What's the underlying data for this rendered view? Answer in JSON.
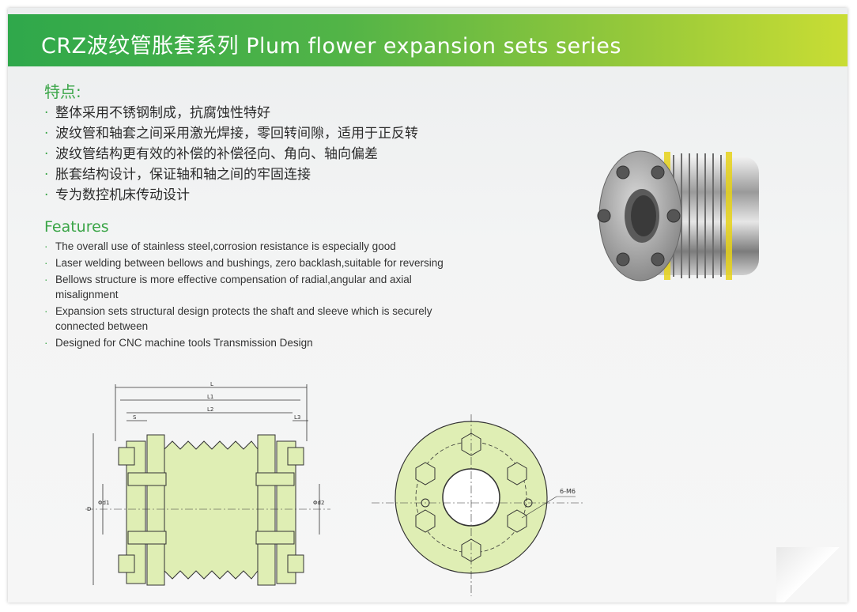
{
  "header": {
    "title": "CRZ波纹管胀套系列 Plum flower expansion sets series"
  },
  "features_zh": {
    "title": "特点:",
    "items": [
      "整体采用不锈钢制成，抗腐蚀性特好",
      "波纹管和轴套之间采用激光焊接，零回转间隙，适用于正反转",
      "波纹管结构更有效的补偿的补偿径向、角向、轴向偏差",
      "胀套结构设计，保证轴和轴之间的牢固连接",
      "专为数控机床传动设计"
    ]
  },
  "features_en": {
    "title": "Features",
    "items": [
      "The overall use of stainless steel,corrosion resistance is especially good",
      " Laser welding between bellows and bushings, zero backlash,suitable for reversing",
      "Bellows structure is more effective compensation of radial,angular and axial misalignment",
      "Expansion sets structural design protects the shaft and sleeve which is securely connected between",
      "Designed for CNC machine tools Transmission Design"
    ]
  },
  "drawing": {
    "dim_L": "L",
    "dim_L1": "L1",
    "dim_L2": "L2",
    "dim_S": "S",
    "dim_L3": "L3",
    "dim_D": "D",
    "dim_d1": "Φd1",
    "dim_d2": "Φd2",
    "screw_label": "6-M6"
  },
  "colors": {
    "accent_green": "#3aa547",
    "drawing_fill": "#dfeeb4",
    "bellow_stripe": "#e6d21a"
  }
}
